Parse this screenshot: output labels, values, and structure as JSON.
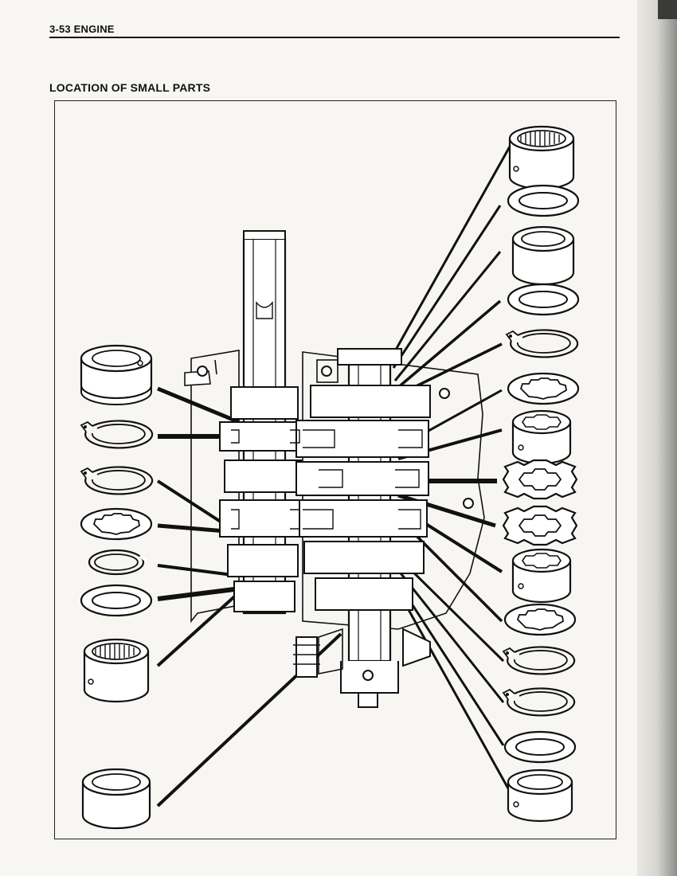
{
  "page": {
    "header_label": "3-53  ENGINE",
    "section_title": "LOCATION OF SMALL PARTS"
  },
  "figure": {
    "description_name": "transmission-small-parts-exploded-view",
    "colors": {
      "ink": "#111111",
      "paper": "#f7f6f2"
    }
  }
}
